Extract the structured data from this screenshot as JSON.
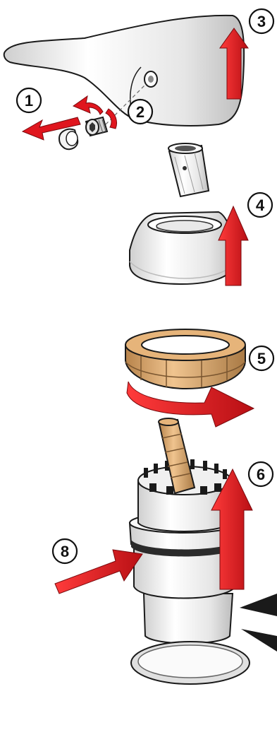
{
  "steps": [
    {
      "label": "1",
      "action": "remove-cap"
    },
    {
      "label": "2",
      "action": "unscrew-screw"
    },
    {
      "label": "3",
      "action": "lift-handle"
    },
    {
      "label": "4",
      "action": "lift-cover"
    },
    {
      "label": "5",
      "action": "unscrew-nut"
    },
    {
      "label": "6",
      "action": "pull-cartridge"
    },
    {
      "label": "8",
      "action": "check-seal"
    }
  ],
  "colors": {
    "arrow": "#e0161e",
    "arrow_dark": "#9c0f14",
    "brass": "#d9a86c",
    "brass_dark": "#a97a45",
    "chrome": "#f2f2f2",
    "outline": "#1a1a1a",
    "seal": "#2b2b2b"
  }
}
